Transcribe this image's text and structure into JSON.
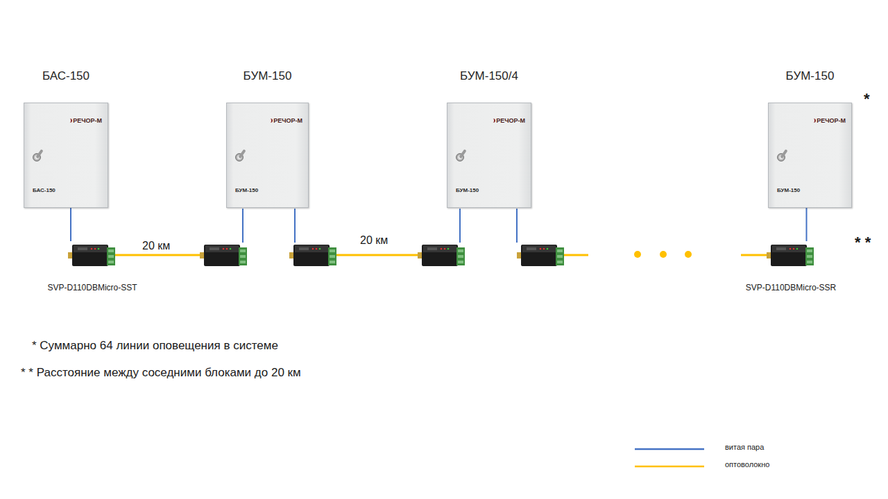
{
  "diagram": {
    "nodes": [
      {
        "text": [
          "БАС-150",
          "РЕЧОР-М",
          "БАС-150"
        ]
      },
      {
        "text": [
          "БУМ-150",
          "РЕЧОР-М",
          "БУМ-150"
        ]
      },
      {
        "text": [
          "БУМ-150/4",
          "РЕЧОР-М",
          "БУМ-150"
        ]
      },
      {
        "text": [
          "БУМ-150",
          "РЕЧОР-М",
          "БУМ-150"
        ]
      },
      {
        "text": [
          "SVP-D110DBMicro-SST"
        ]
      },
      {
        "text": [
          "SVP-D110DBMicro-SSR"
        ]
      }
    ],
    "edges": [
      {
        "from": 0,
        "to": 4,
        "arrow": "none"
      },
      {
        "from": 3,
        "to": 5,
        "arrow": "none"
      }
    ],
    "labels": [
      "20 км",
      "20 км",
      "*",
      "* *",
      "* Суммарно 64 линии оповещения в системе",
      "* * Расстояние между соседними блоками до 20 км"
    ],
    "legend": [
      {
        "text": "витая пара"
      },
      {
        "text": "оптоволокно"
      }
    ]
  }
}
